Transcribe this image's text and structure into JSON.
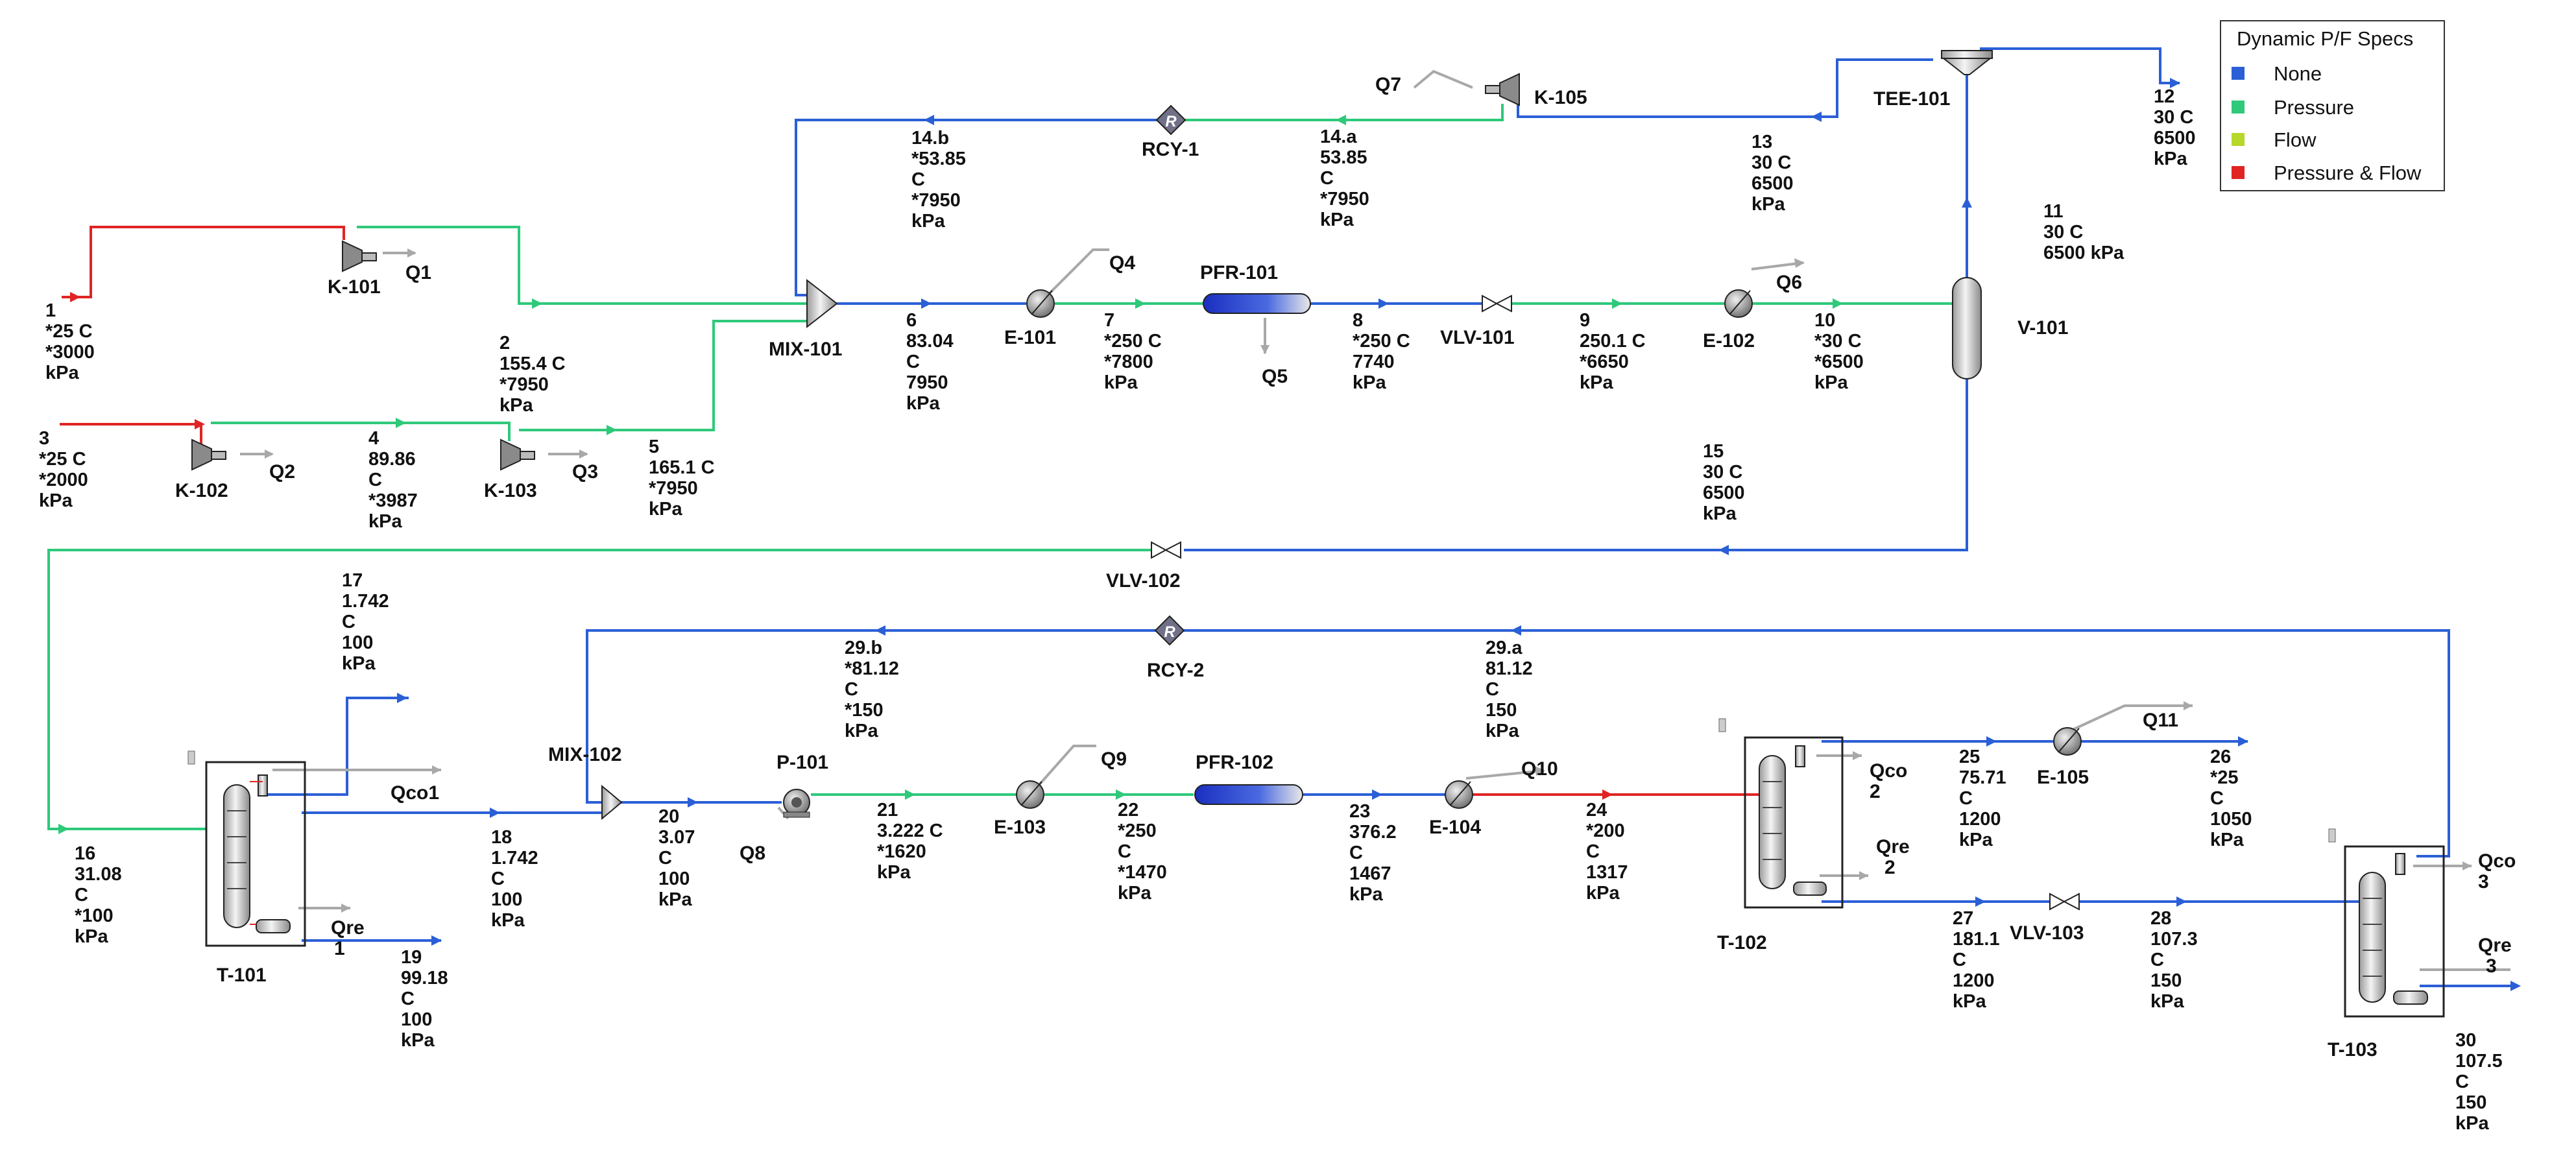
{
  "legend": {
    "title": "Dynamic P/F Specs",
    "items": [
      {
        "label": "None",
        "color": "#2b5fd6"
      },
      {
        "label": "Pressure",
        "color": "#2ec97a"
      },
      {
        "label": "Flow",
        "color": "#b5d82a"
      },
      {
        "label": "Pressure & Flow",
        "color": "#e02424"
      }
    ]
  },
  "units": {
    "k101": "K-101",
    "k102": "K-102",
    "k103": "K-103",
    "k105": "K-105",
    "mix101": "MIX-101",
    "mix102": "MIX-102",
    "e101": "E-101",
    "e102": "E-102",
    "e103": "E-103",
    "e104": "E-104",
    "e105": "E-105",
    "pfr101": "PFR-101",
    "pfr102": "PFR-102",
    "vlv101": "VLV-101",
    "vlv102": "VLV-102",
    "vlv103": "VLV-103",
    "v101": "V-101",
    "tee101": "TEE-101",
    "rcy1": "RCY-1",
    "rcy2": "RCY-2",
    "p101": "P-101",
    "t101": "T-101",
    "t102": "T-102",
    "t103": "T-103"
  },
  "energy": {
    "q1": "Q1",
    "q2": "Q2",
    "q3": "Q3",
    "q4": "Q4",
    "q5": "Q5",
    "q6": "Q6",
    "q7": "Q7",
    "q8": "Q8",
    "q9": "Q9",
    "q10": "Q10",
    "q11": "Q11",
    "qco1": "Qco1",
    "qre1a": "Qre",
    "qre1b": "1",
    "qco2a": "Qco",
    "qco2b": "2",
    "qre2a": "Qre",
    "qre2b": "2",
    "qco3a": "Qco",
    "qco3b": "3",
    "qre3a": "Qre",
    "qre3b": "3"
  },
  "streams": {
    "s1": [
      "1",
      "*25 C",
      "*3000",
      "kPa"
    ],
    "s2": [
      "2",
      "155.4 C",
      "*7950",
      "kPa"
    ],
    "s3": [
      "3",
      "*25 C",
      "*2000",
      "kPa"
    ],
    "s4": [
      "4",
      "89.86",
      "C",
      "*3987",
      "kPa"
    ],
    "s5": [
      "5",
      "165.1 C",
      "*7950",
      "kPa"
    ],
    "s6": [
      "6",
      "83.04",
      "C",
      "7950",
      "kPa"
    ],
    "s7": [
      "7",
      "*250 C",
      "*7800",
      "kPa"
    ],
    "s8": [
      "8",
      "*250 C",
      "7740",
      "kPa"
    ],
    "s9": [
      "9",
      "250.1 C",
      "*6650",
      "kPa"
    ],
    "s10": [
      "10",
      "*30 C",
      "*6500",
      "kPa"
    ],
    "s11": [
      "11",
      "30 C",
      "6500 kPa"
    ],
    "s12": [
      "12",
      "30 C",
      "6500",
      "kPa"
    ],
    "s13": [
      "13",
      "30 C",
      "6500",
      "kPa"
    ],
    "s14a": [
      "14.a",
      "53.85",
      "C",
      "*7950",
      "kPa"
    ],
    "s14b": [
      "14.b",
      "*53.85",
      "C",
      "*7950",
      "kPa"
    ],
    "s15": [
      "15",
      "30 C",
      "6500",
      "kPa"
    ],
    "s16": [
      "16",
      "31.08",
      "C",
      "*100",
      "kPa"
    ],
    "s17": [
      "17",
      "1.742",
      "C",
      "100",
      "kPa"
    ],
    "s18": [
      "18",
      "1.742",
      "C",
      "100",
      "kPa"
    ],
    "s19": [
      "19",
      "99.18",
      "C",
      "100",
      "kPa"
    ],
    "s20": [
      "20",
      "3.07",
      "C",
      "100",
      "kPa"
    ],
    "s21": [
      "21",
      "3.222 C",
      "*1620",
      "kPa"
    ],
    "s22": [
      "22",
      "*250",
      "C",
      "*1470",
      "kPa"
    ],
    "s23": [
      "23",
      "376.2",
      "C",
      "1467",
      "kPa"
    ],
    "s24": [
      "24",
      "*200",
      "C",
      "1317",
      "kPa"
    ],
    "s25": [
      "25",
      "75.71",
      "C",
      "1200",
      "kPa"
    ],
    "s26": [
      "26",
      "*25",
      "C",
      "1050",
      "kPa"
    ],
    "s27": [
      "27",
      "181.1",
      "C",
      "1200",
      "kPa"
    ],
    "s28": [
      "28",
      "107.3",
      "C",
      "150",
      "kPa"
    ],
    "s29a": [
      "29.a",
      "81.12",
      "C",
      "150",
      "kPa"
    ],
    "s29b": [
      "29.b",
      "*81.12",
      "C",
      "*150",
      "kPa"
    ],
    "s30": [
      "30",
      "107.5",
      "C",
      "150",
      "kPa"
    ]
  }
}
